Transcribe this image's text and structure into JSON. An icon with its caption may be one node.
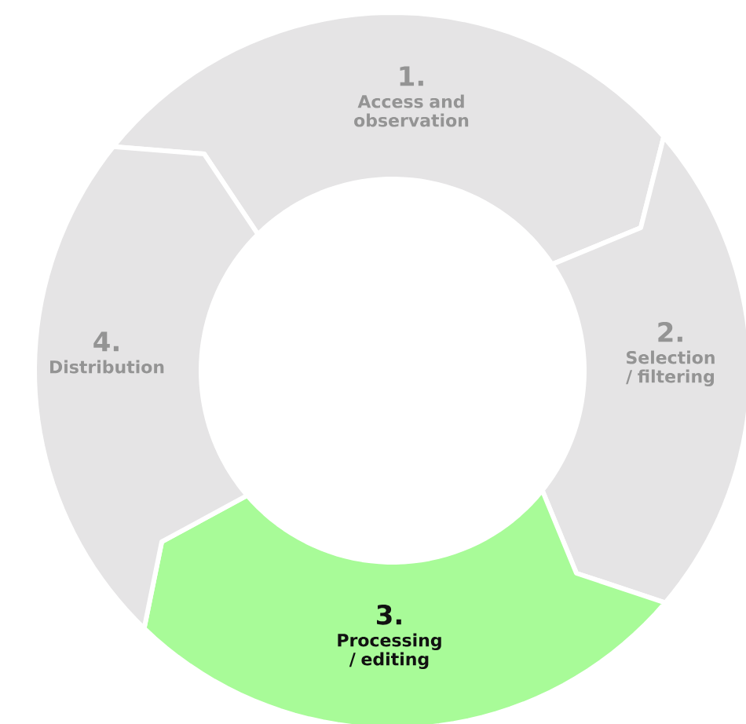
{
  "diagram": {
    "nodes": [
      {
        "text": [
          "1.",
          "Access and observation"
        ]
      },
      {
        "text": [
          "2.",
          "Selection / filtering"
        ]
      },
      {
        "text": [
          "3.",
          "Processing / editing"
        ]
      },
      {
        "text": [
          "4.",
          "Distribution"
        ]
      }
    ]
  }
}
